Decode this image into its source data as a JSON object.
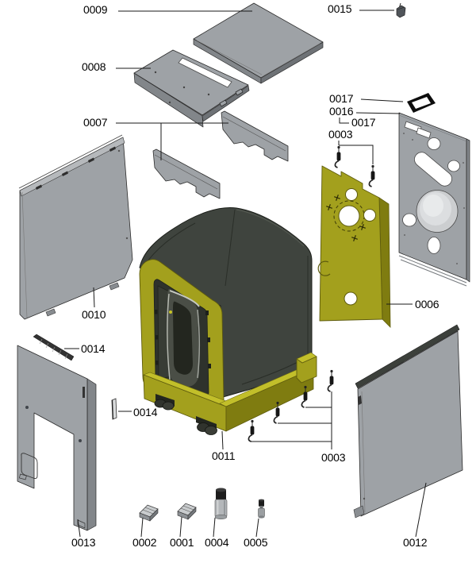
{
  "diagram": {
    "background_color": "#ffffff",
    "line_color": "#1a1a1a",
    "label_color": "#000000",
    "part_colors": {
      "panel_gray": "#9ea2a6",
      "panel_edge_dark": "#74787c",
      "rail_dark": "#3c403b",
      "olive_yellow": "#a3a01d",
      "olive_dark": "#7f7c10",
      "olive_light": "#c2bf2a",
      "cabinet_shell_dark": "#3f443e",
      "gasket_black": "#0d0d0d"
    },
    "callouts": [
      {
        "label": "0009"
      },
      {
        "label": "0015"
      },
      {
        "label": "0008"
      },
      {
        "label": "0007"
      },
      {
        "label": "0017"
      },
      {
        "label": "0016"
      },
      {
        "label": "0017"
      },
      {
        "label": "0003"
      },
      {
        "label": "0010"
      },
      {
        "label": "0014"
      },
      {
        "label": "0014"
      },
      {
        "label": "0006"
      },
      {
        "label": "0011"
      },
      {
        "label": "0003"
      },
      {
        "label": "0013"
      },
      {
        "label": "0002"
      },
      {
        "label": "0001"
      },
      {
        "label": "0004"
      },
      {
        "label": "0005"
      },
      {
        "label": "0012"
      }
    ]
  }
}
